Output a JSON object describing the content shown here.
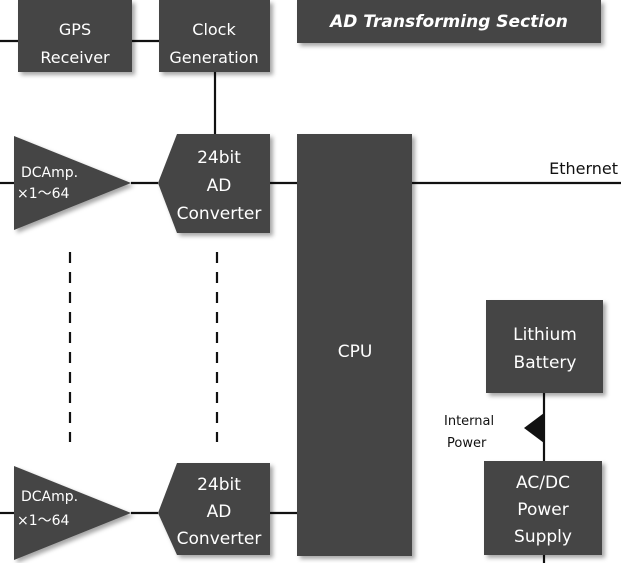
{
  "section_title": "AD Transforming Section",
  "blocks": {
    "gps": [
      "GPS",
      "Receiver"
    ],
    "clock": [
      "Clock",
      "Generation"
    ],
    "adc_top": [
      "24bit",
      "AD",
      "Converter"
    ],
    "adc_bottom": [
      "24bit",
      "AD",
      "Converter"
    ],
    "amp_top": [
      "DCAmp.",
      "×1～64"
    ],
    "amp_bottom": [
      "DCAmp.",
      "×1～64"
    ],
    "cpu": "CPU",
    "battery": [
      "Lithium",
      "Battery"
    ],
    "power": [
      "AC/DC",
      "Power",
      "Supply"
    ]
  },
  "labels": {
    "ethernet": "Ethernet",
    "internal_power": [
      "Internal",
      "Power"
    ]
  },
  "colors": {
    "block_fill": "#444444",
    "line": "#111111",
    "label": "#ffffff"
  }
}
